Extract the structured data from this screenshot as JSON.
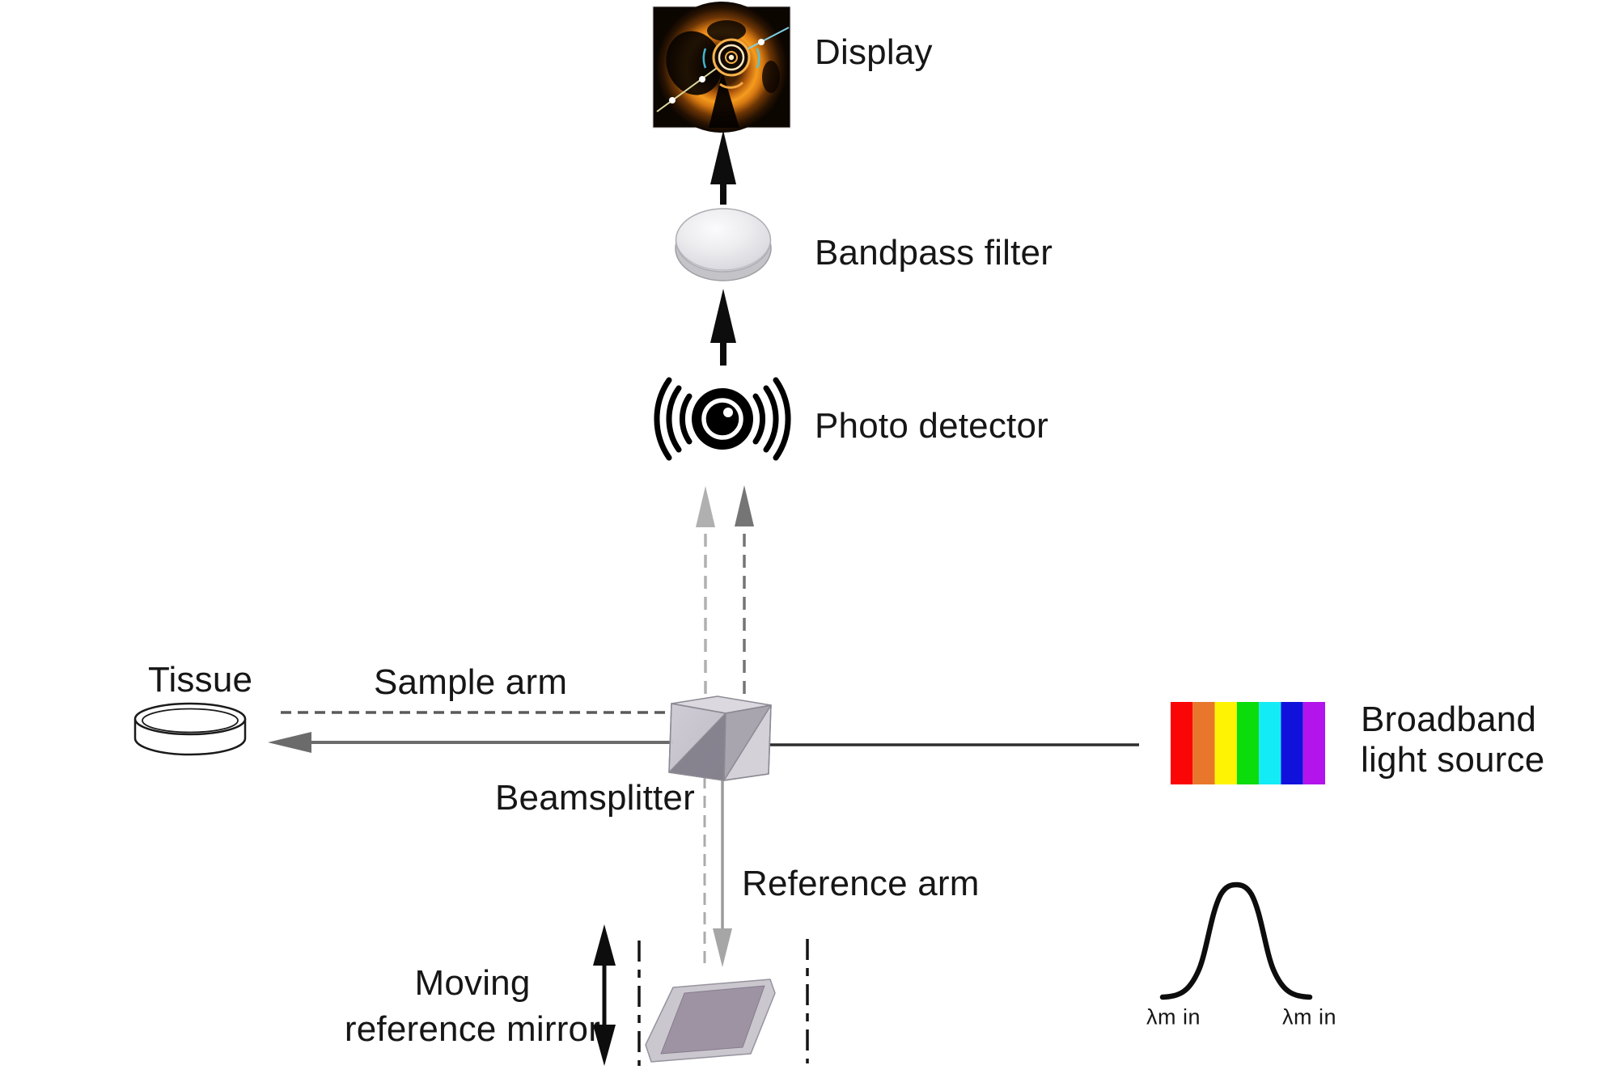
{
  "diagram": {
    "title_hint": "Time-domain OCT system schematic",
    "components": {
      "display": {
        "label": "Display",
        "icon": "oct-scan-image"
      },
      "bandpass_filter": {
        "label": "Bandpass filter",
        "icon": "lens-icon"
      },
      "photo_detector": {
        "label": "Photo detector",
        "icon": "detector-signal-icon"
      },
      "tissue": {
        "label": "Tissue",
        "icon": "petri-dish-icon"
      },
      "sample_arm": {
        "label": "Sample arm"
      },
      "beamsplitter": {
        "label": "Beamsplitter",
        "icon": "beamsplitter-cube-icon"
      },
      "broadband_source": {
        "label_line1": "Broadband",
        "label_line2": "light source",
        "icon": "rainbow-spectrum-icon"
      },
      "reference_arm": {
        "label": "Reference arm"
      },
      "moving_mirror": {
        "label_line1": "Moving",
        "label_line2": "reference mirror",
        "icon": "tilted-mirror-icon"
      }
    },
    "spectrum_plot": {
      "shape": "gaussian-bell-curve",
      "left_tick_label": "λm in",
      "right_tick_label": "λm in"
    },
    "source_spectrum_colors": [
      "#FB0606",
      "#E8772B",
      "#FDF303",
      "#0BDC0B",
      "#13ECF6",
      "#1111DC",
      "#B314EC"
    ],
    "colors": {
      "label_text": "#161616",
      "flow_arrow_black": "#0d0d0d",
      "beam_dark": "#2e2e2e",
      "beam_gray": "#6b6b6b",
      "beam_light_gray": "#9b9b9b",
      "dashed_light": "#b0b0b0",
      "dashed_dark": "#757575",
      "cube_face": "#c6c3cc",
      "cube_diagonal": "#7d7a86",
      "mirror_face": "#9e93a3",
      "mirror_edge": "#cac7cf",
      "oct_glow_orange": "#f59b1e"
    }
  }
}
